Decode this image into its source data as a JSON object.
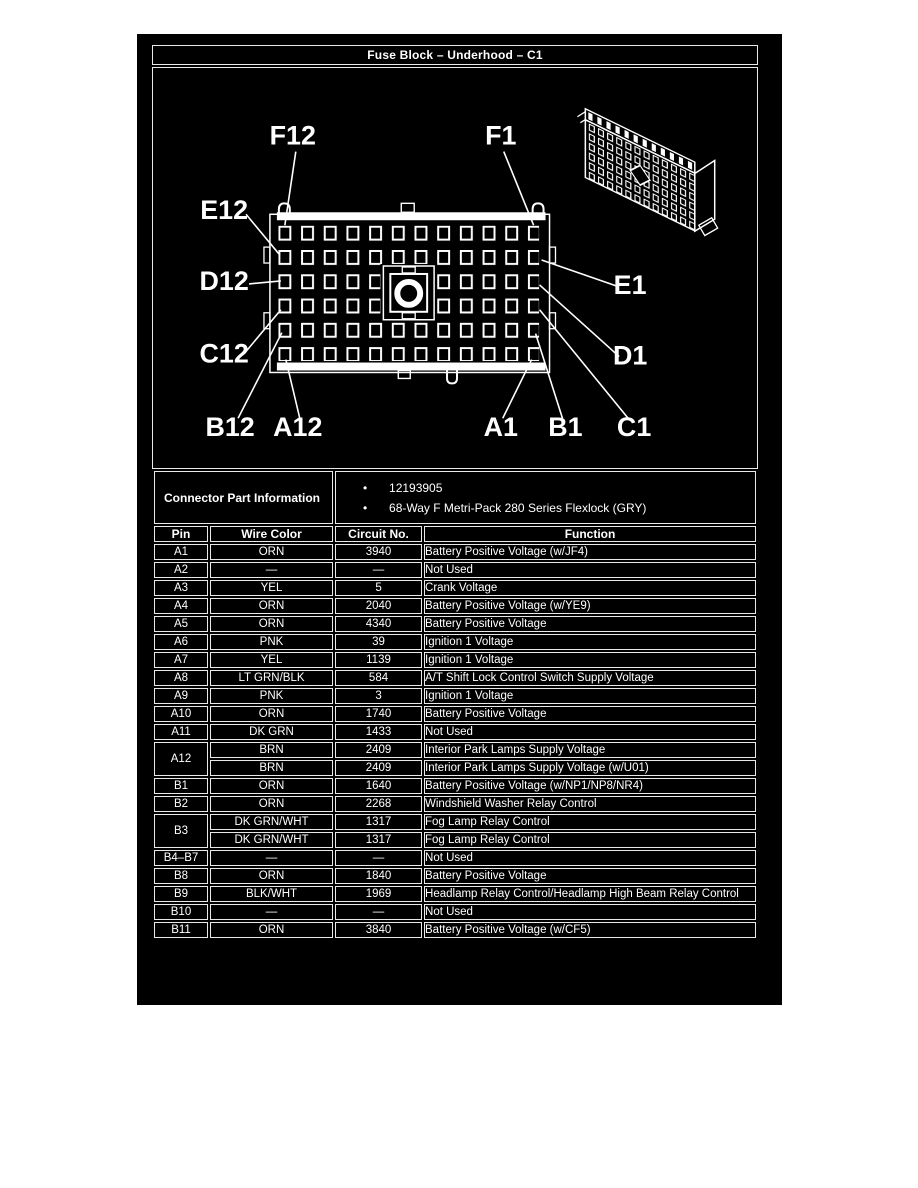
{
  "window": {
    "title": "Fuse Block – Underhood – C1"
  },
  "connector_info": {
    "label": "Connector Part Information",
    "bullet_glyph": "•",
    "items": [
      "12193905",
      "68-Way F Metri-Pack 280 Series Flexlock (GRY)"
    ]
  },
  "diagram": {
    "labels": {
      "f12": "F12",
      "f1": "F1",
      "e12": "E12",
      "e1": "E1",
      "d12": "D12",
      "d1": "D1",
      "c12": "C12",
      "c1": "C1",
      "b12": "B12",
      "b1": "B1",
      "a12": "A12",
      "a1": "A1"
    }
  },
  "pin_table": {
    "headers": {
      "pin": "Pin",
      "wire_color": "Wire Color",
      "circuit": "Circuit No.",
      "function": "Function"
    },
    "rows": [
      {
        "pin": "A1",
        "wire_color": "ORN",
        "circuit": "3940",
        "function": "Battery Positive Voltage (w/JF4)"
      },
      {
        "pin": "A2",
        "wire_color": "—",
        "circuit": "—",
        "function": "Not Used"
      },
      {
        "pin": "A3",
        "wire_color": "YEL",
        "circuit": "5",
        "function": "Crank Voltage"
      },
      {
        "pin": "A4",
        "wire_color": "ORN",
        "circuit": "2040",
        "function": "Battery Positive Voltage (w/YE9)"
      },
      {
        "pin": "A5",
        "wire_color": "ORN",
        "circuit": "4340",
        "function": "Battery Positive Voltage"
      },
      {
        "pin": "A6",
        "wire_color": "PNK",
        "circuit": "39",
        "function": "Ignition 1 Voltage"
      },
      {
        "pin": "A7",
        "wire_color": "YEL",
        "circuit": "1139",
        "function": "Ignition 1 Voltage"
      },
      {
        "pin": "A8",
        "wire_color": "LT GRN/BLK",
        "circuit": "584",
        "function": "A/T Shift Lock Control Switch Supply Voltage"
      },
      {
        "pin": "A9",
        "wire_color": "PNK",
        "circuit": "3",
        "function": "Ignition 1 Voltage"
      },
      {
        "pin": "A10",
        "wire_color": "ORN",
        "circuit": "1740",
        "function": "Battery Positive Voltage"
      },
      {
        "pin": "A11",
        "wire_color": "DK GRN",
        "circuit": "1433",
        "function": "Not Used"
      },
      {
        "pin": "A12",
        "wire_color": "BRN",
        "circuit": "2409",
        "function": "Interior Park Lamps Supply Voltage"
      },
      {
        "wire_color": "BRN",
        "circuit": "2409",
        "function": "Interior Park Lamps Supply Voltage (w/U01)"
      },
      {
        "pin": "B1",
        "wire_color": "ORN",
        "circuit": "1640",
        "function": "Battery Positive Voltage (w/NP1/NP8/NR4)"
      },
      {
        "pin": "B2",
        "wire_color": "ORN",
        "circuit": "2268",
        "function": "Windshield Washer Relay Control"
      },
      {
        "pin": "B3",
        "wire_color": "DK GRN/WHT",
        "circuit": "1317",
        "function": "Fog Lamp Relay Control"
      },
      {
        "wire_color": "DK GRN/WHT",
        "circuit": "1317",
        "function": "Fog Lamp Relay Control"
      },
      {
        "pin": "B4–B7",
        "wire_color": "—",
        "circuit": "—",
        "function": "Not Used"
      },
      {
        "pin": "B8",
        "wire_color": "ORN",
        "circuit": "1840",
        "function": "Battery Positive Voltage"
      },
      {
        "pin": "B9",
        "wire_color": "BLK/WHT",
        "circuit": "1969",
        "function": "Headlamp Relay Control/Headlamp High Beam Relay Control"
      },
      {
        "pin": "B10",
        "wire_color": "—",
        "circuit": "—",
        "function": "Not Used"
      },
      {
        "pin": "B11",
        "wire_color": "ORN",
        "circuit": "3840",
        "function": "Battery Positive Voltage (w/CF5)"
      }
    ]
  },
  "colors": {
    "page_bg": "#ffffff",
    "panel_bg": "#000000",
    "line": "#e9e9e9",
    "text": "#ffffff"
  }
}
